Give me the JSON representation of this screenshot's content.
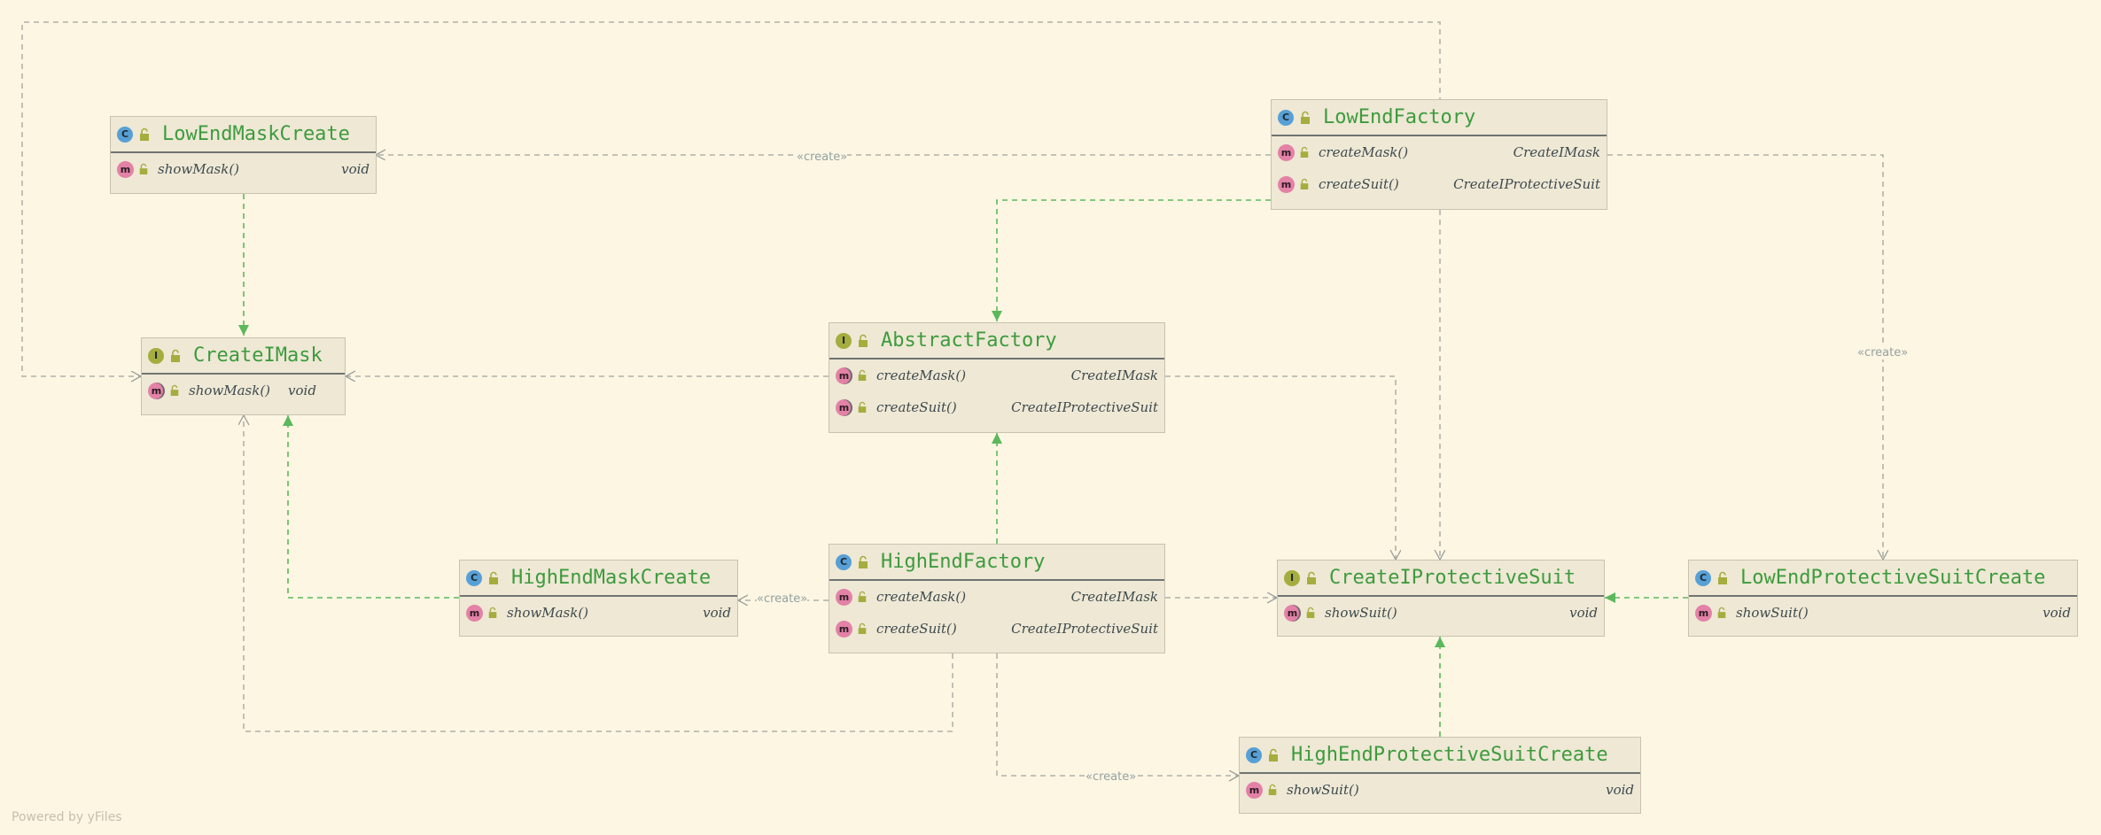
{
  "colors": {
    "background": "#fdf6e3",
    "node_fill": "#eee8d5",
    "title_green": "#3d9b3d",
    "implements_edge": "#5cb85c",
    "dependency_edge": "#a0a39f",
    "class_icon": "#57a0d6",
    "interface_icon": "#a5ad3e",
    "method_icon": "#e381a6"
  },
  "nodes": {
    "low_end_mask_create": {
      "kind": "C",
      "title": "LowEndMaskCreate",
      "methods": [
        {
          "name": "showMask()",
          "type": "void"
        }
      ]
    },
    "create_imask": {
      "kind": "I",
      "title": "CreateIMask",
      "methods": [
        {
          "name": "showMask()",
          "type": "void"
        }
      ]
    },
    "low_end_factory": {
      "kind": "C",
      "title": "LowEndFactory",
      "methods": [
        {
          "name": "createMask()",
          "type": "CreateIMask"
        },
        {
          "name": "createSuit()",
          "type": "CreateIProtectiveSuit"
        }
      ]
    },
    "abstract_factory": {
      "kind": "I",
      "title": "AbstractFactory",
      "methods": [
        {
          "name": "createMask()",
          "type": "CreateIMask"
        },
        {
          "name": "createSuit()",
          "type": "CreateIProtectiveSuit"
        }
      ]
    },
    "high_end_factory": {
      "kind": "C",
      "title": "HighEndFactory",
      "methods": [
        {
          "name": "createMask()",
          "type": "CreateIMask"
        },
        {
          "name": "createSuit()",
          "type": "CreateIProtectiveSuit"
        }
      ]
    },
    "high_end_mask_create": {
      "kind": "C",
      "title": "HighEndMaskCreate",
      "methods": [
        {
          "name": "showMask()",
          "type": "void"
        }
      ]
    },
    "create_iprotective_suit": {
      "kind": "I",
      "title": "CreateIProtectiveSuit",
      "methods": [
        {
          "name": "showSuit()",
          "type": "void"
        }
      ]
    },
    "low_end_protective_suit_create": {
      "kind": "C",
      "title": "LowEndProtectiveSuitCreate",
      "methods": [
        {
          "name": "showSuit()",
          "type": "void"
        }
      ]
    },
    "high_end_protective_suit_create": {
      "kind": "C",
      "title": "HighEndProtectiveSuitCreate",
      "methods": [
        {
          "name": "showSuit()",
          "type": "void"
        }
      ]
    }
  },
  "edge_labels": {
    "low_factory_to_low_mask": "«create»",
    "low_factory_to_low_suit": "«create»",
    "high_factory_to_high_mask": "«create»",
    "high_factory_to_high_suit": "«create»"
  },
  "footer": "Powered by yFiles"
}
